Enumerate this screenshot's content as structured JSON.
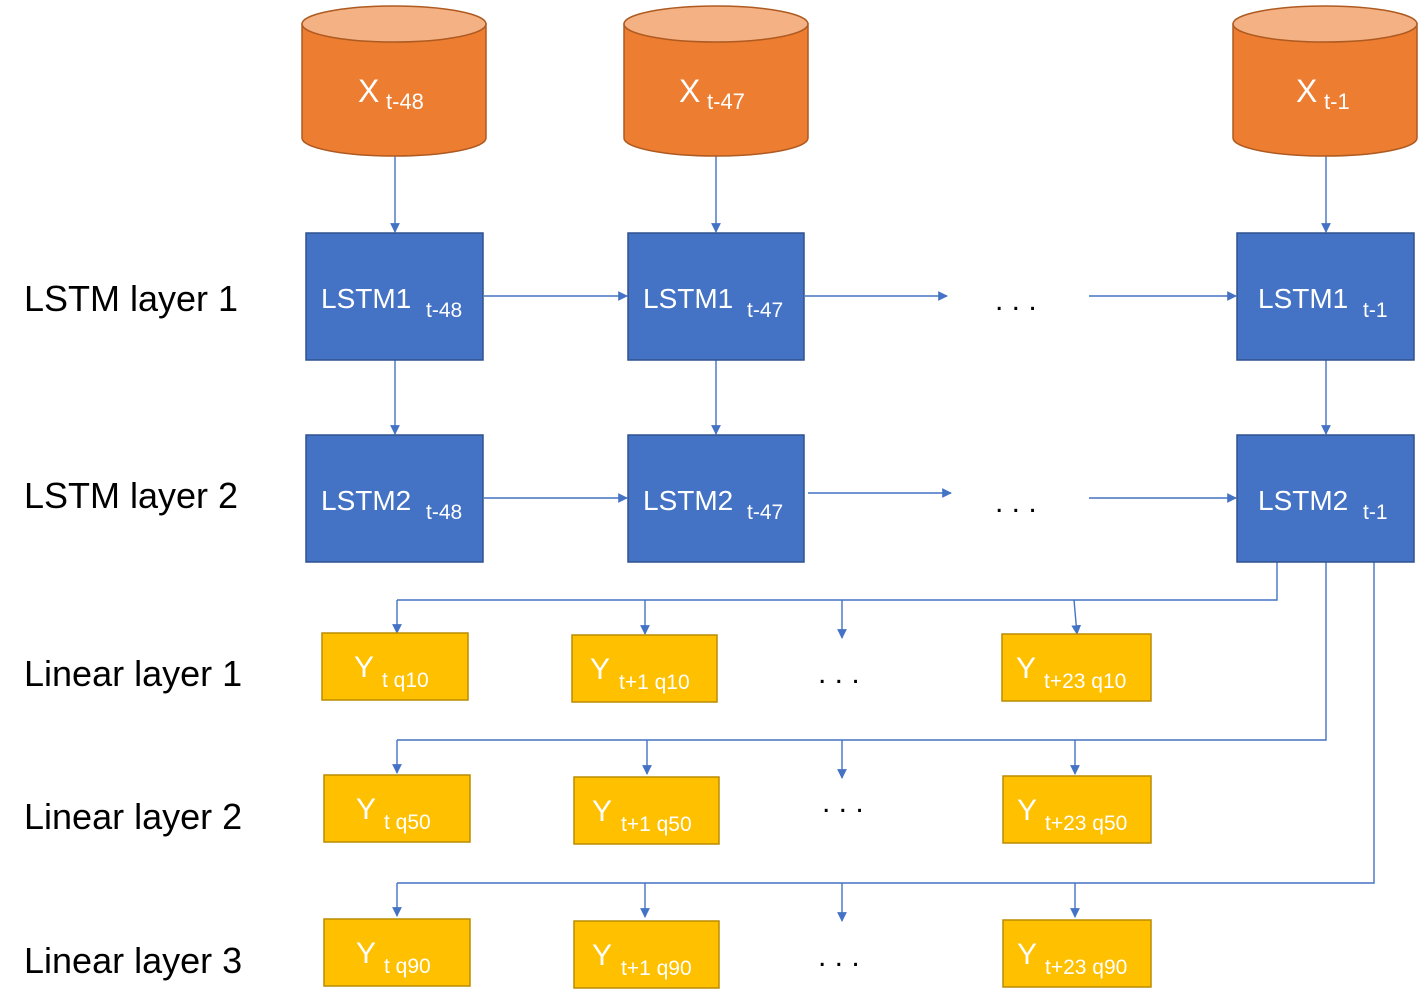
{
  "row_labels": {
    "lstm1": "LSTM layer 1",
    "lstm2": "LSTM layer 2",
    "linear1": "Linear layer 1",
    "linear2": "Linear layer 2",
    "linear3": "Linear layer 3"
  },
  "inputs": [
    {
      "main": "X",
      "sub": "t-48"
    },
    {
      "main": "X",
      "sub": "t-47"
    },
    {
      "main": "X",
      "sub": "t-1"
    }
  ],
  "lstm1": [
    {
      "main": "LSTM1",
      "sub": "t-48"
    },
    {
      "main": "LSTM1",
      "sub": "t-47"
    },
    {
      "main": "LSTM1",
      "sub": "t-1"
    }
  ],
  "lstm2": [
    {
      "main": "LSTM2",
      "sub": "t-48"
    },
    {
      "main": "LSTM2",
      "sub": "t-47"
    },
    {
      "main": "LSTM2",
      "sub": "t-1"
    }
  ],
  "linear1": [
    {
      "main": "Y",
      "sub": "t q10"
    },
    {
      "main": "Y",
      "sub": "t+1 q10"
    },
    {
      "main": "Y",
      "sub": "t+23 q10"
    }
  ],
  "linear2": [
    {
      "main": "Y",
      "sub": "t q50"
    },
    {
      "main": "Y",
      "sub": "t+1 q50"
    },
    {
      "main": "Y",
      "sub": "t+23 q50"
    }
  ],
  "linear3": [
    {
      "main": "Y",
      "sub": "t q90"
    },
    {
      "main": "Y",
      "sub": "t+1 q90"
    },
    {
      "main": "Y",
      "sub": "t+23 q90"
    }
  ],
  "ellipsis": ". . .",
  "colors": {
    "input_fill": "#ED7D31",
    "input_top": "#F4B183",
    "input_stroke": "#AE5A21",
    "lstm_fill": "#4472C4",
    "lstm_stroke": "#2F528F",
    "linear_fill": "#FFC000",
    "linear_stroke": "#BC8C00",
    "arrow": "#4472C4"
  }
}
